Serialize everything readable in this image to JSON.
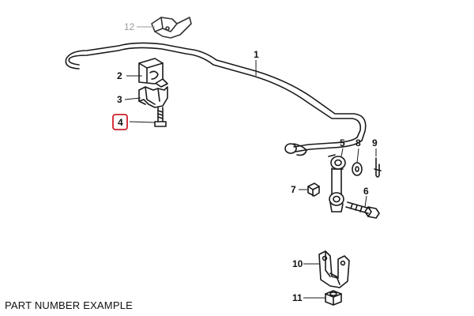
{
  "diagram": {
    "caption": "PART NUMBER EXAMPLE",
    "colors": {
      "line": "#1a1a1a",
      "label": "#111111",
      "faded_label": "#9a9a9a",
      "highlight": "#d0202a"
    },
    "callouts": [
      {
        "id": "1",
        "label": "1",
        "part": "stabilizer-bar"
      },
      {
        "id": "2",
        "label": "2",
        "part": "upper-rubber-mount"
      },
      {
        "id": "3",
        "label": "3",
        "part": "mount-bracket"
      },
      {
        "id": "4",
        "label": "4",
        "part": "bolt",
        "highlighted": true
      },
      {
        "id": "5",
        "label": "5",
        "part": "connecting-link"
      },
      {
        "id": "6",
        "label": "6",
        "part": "hex-bolt"
      },
      {
        "id": "7",
        "label": "7",
        "part": "self-locking-nut"
      },
      {
        "id": "8",
        "label": "8",
        "part": "washer"
      },
      {
        "id": "9",
        "label": "9",
        "part": "cotter-pin"
      },
      {
        "id": "10",
        "label": "10",
        "part": "holder-bracket"
      },
      {
        "id": "11",
        "label": "11",
        "part": "hex-nut"
      },
      {
        "id": "12",
        "label": "12",
        "part": "retaining-clip",
        "faded": true
      }
    ]
  }
}
